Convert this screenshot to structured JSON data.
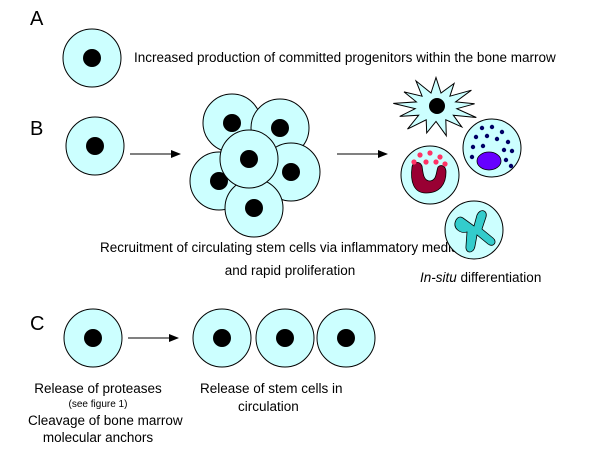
{
  "panels": {
    "A": {
      "label": "A",
      "caption": "Increased production of committed progenitors within the bone marrow"
    },
    "B": {
      "label": "B",
      "caption_line1": "Recruitment of circulating stem cells via inflammatory mediators",
      "caption_line2": "and rapid proliferation",
      "insitu_italic": "In-situ",
      "insitu_rest": " differentiation"
    },
    "C": {
      "label": "C",
      "left_line1": "Release of proteases",
      "left_note": "(see figure 1)",
      "left_line2": "Cleavage of bone marrow",
      "left_line3": "molecular anchors",
      "right_line1": "Release of stem cells in",
      "right_line2": "circulation"
    }
  },
  "colors": {
    "cell_fill": "#ccffff",
    "cell_stroke": "#000000",
    "nucleus": "#000000",
    "neutrophil_nucleus": "#990033",
    "neutrophil_granules": "#ff3366",
    "basophil_granules": "#000066",
    "basophil_nucleus": "#6600ff",
    "macrophage_nucleus": "#33cccc"
  }
}
